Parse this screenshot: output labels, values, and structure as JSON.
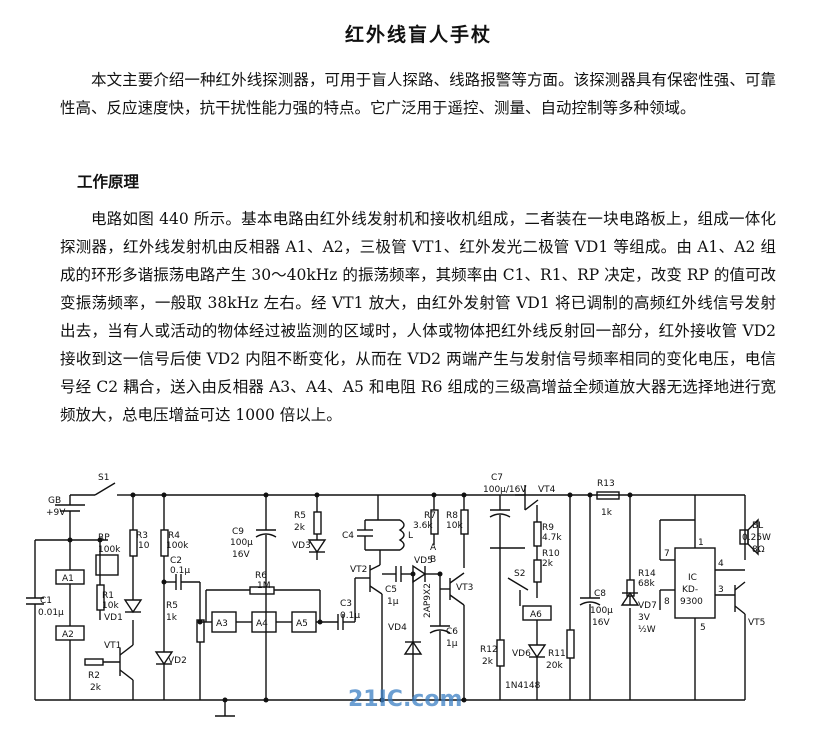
{
  "title": "红外线盲人手杖",
  "intro": "本文主要介绍一种红外线探测器，可用于盲人探路、线路报警等方面。该探测器具有保密性强、可靠性高、反应速度快，抗干扰性能力强的特点。它广泛用于遥控、测量、自动控制等多种领域。",
  "section_heading": "工作原理",
  "body": "电路如图 440 所示。基本电路由红外线发射机和接收机组成，二者装在一块电路板上，组成一体化探测器，红外线发射机由反相器 A1、A2，三极管 VT1、红外发光二极管 VD1 等组成。由 A1、A2 组成的环形多谐振荡电路产生 30～40kHz 的振荡频率，其频率由 C1、R1、RP 决定，改变 RP 的值可改变振荡频率，一般取 38kHz 左右。经 VT1 放大，由红外发射管 VD1 将已调制的高频红外线信号发射出去，当有人或活动的物体经过被监测的区域时，人体或物体把红外线反射回一部分，红外接收管 VD2 接收到这一信号后使 VD2 内阻不断变化，从而在 VD2 两端产生与发射信号频率相同的变化电压，电信号经 C2 耦合，送入由反相器 A3、A4、A5 和电阻 R6 组成的三级高增益全频道放大器无选择地进行宽频放大，总电压增益可达 1000 倍以上。",
  "schematic": {
    "labels": {
      "gb": "GB",
      "gb_v": "+9V",
      "s1": "S1",
      "rp": "RP",
      "rp_v": "100k",
      "a1": "A1",
      "a2": "A2",
      "c1": "C1",
      "c1_v": "0.01μ",
      "r1": "R1",
      "r1_v": "10k",
      "vd1": "VD1",
      "vt1": "VT1",
      "r2": "R2",
      "r2_v": "2k",
      "r3": "R3",
      "r3_v": "10",
      "r4": "R4",
      "r4_v": "100k",
      "c2": "C2",
      "c2_v": "0.1μ",
      "r5": "R5",
      "r5_v": "1k",
      "vd2": "VD2",
      "c9": "C9",
      "c9_v1": "100μ",
      "c9_v2": "16V",
      "r6": "R6",
      "r6_v": "1M",
      "a3": "A3",
      "a4": "A4",
      "a5": "A5",
      "r5b": "R5",
      "r5b_v": "2k",
      "vd3": "VD3",
      "c3": "C3",
      "c3_v": "0.1μ",
      "c4": "C4",
      "l": "L",
      "vt2": "VT2",
      "c5": "C5",
      "c5_v": "1μ",
      "r7": "R7",
      "r7_v": "3.6k",
      "r8": "R8",
      "r8_v": "10k",
      "vd5": "VD5",
      "vd5_v": "2AP9X2",
      "vd4": "VD4",
      "c6": "C6",
      "c6_v": "1μ",
      "vt3": "VT3",
      "c7": "C7",
      "c7_v": "100μ/16V",
      "vt4": "VT4",
      "r9": "R9",
      "r9_v": "4.7k",
      "r10": "R10",
      "r10_v": "2k",
      "s2": "S2",
      "a6": "A6",
      "vd6": "VD6",
      "vd6_v": "1N4148",
      "r12": "R12",
      "r12_v": "2k",
      "r11": "R11",
      "r11_v": "20k",
      "r13": "R13",
      "r13_v": "1k",
      "c8": "C8",
      "c8_v1": "100μ",
      "c8_v2": "16V",
      "r14": "R14",
      "r14_v": "68k",
      "vd7": "VD7",
      "vd7_v1": "3V",
      "vd7_v2": "½W",
      "ic": "IC",
      "ic_v": "KD-",
      "ic_v2": "9300",
      "bl": "BL",
      "bl_v1": "0.25W",
      "bl_v2": "8Ω",
      "vt5": "VT5",
      "p7": "7",
      "p1": "1",
      "p4": "4",
      "p8": "8",
      "p3": "3",
      "p5": "5",
      "pa": "A",
      "pb": "B"
    },
    "watermark": "21IC.com"
  }
}
